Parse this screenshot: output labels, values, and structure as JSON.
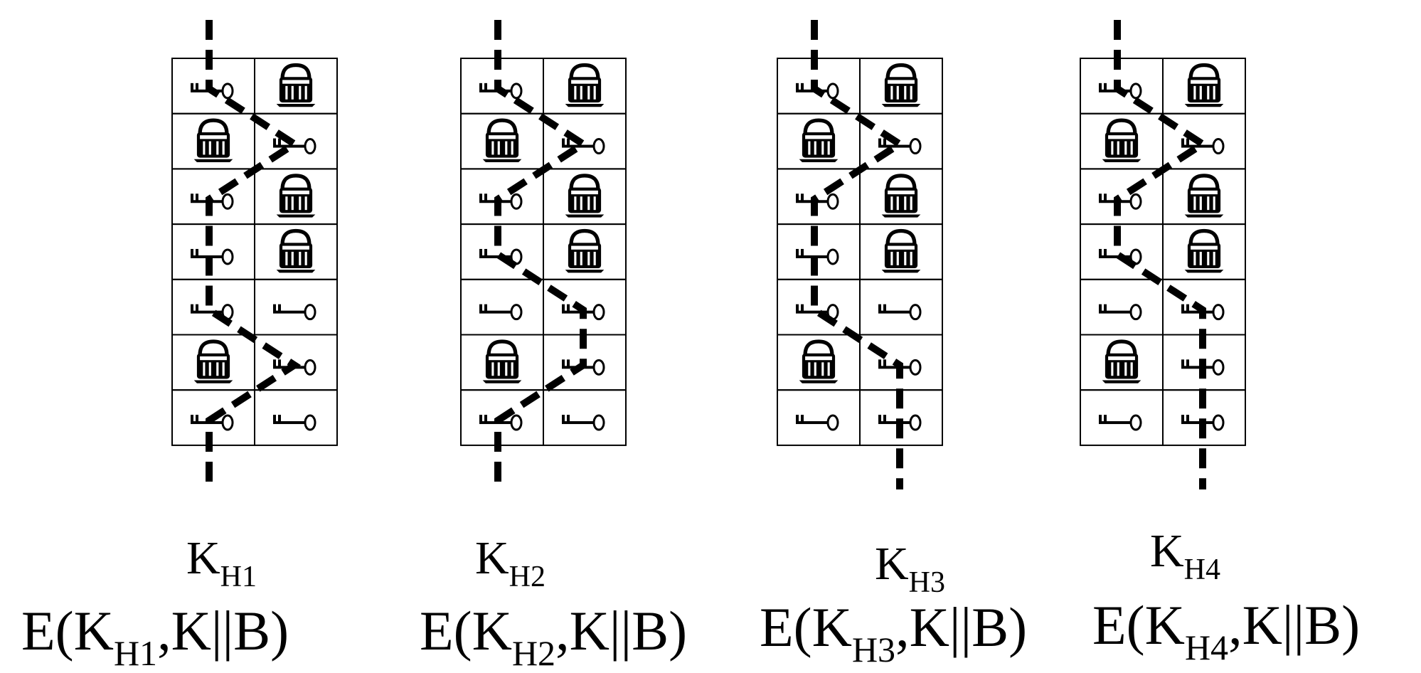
{
  "icons": {
    "key": "key-icon",
    "lock": "padlock-icon"
  },
  "columns": [
    {
      "id": "h1",
      "key_label": {
        "main": "K",
        "sub": "H1"
      },
      "encryption": {
        "prefix": "E(K",
        "sub": "H1",
        "suffix": ",K||B)"
      },
      "cells": [
        [
          "key",
          "lock"
        ],
        [
          "lock",
          "key"
        ],
        [
          "key",
          "lock"
        ],
        [
          "key",
          "lock"
        ],
        [
          "key",
          "key"
        ],
        [
          "lock",
          "key"
        ],
        [
          "key",
          "key"
        ]
      ],
      "path": [
        0,
        1,
        0,
        0,
        0,
        1,
        0
      ]
    },
    {
      "id": "h2",
      "key_label": {
        "main": "K",
        "sub": "H2"
      },
      "encryption": {
        "prefix": "E(K",
        "sub": "H2",
        "suffix": ",K||B)"
      },
      "cells": [
        [
          "key",
          "lock"
        ],
        [
          "lock",
          "key"
        ],
        [
          "key",
          "lock"
        ],
        [
          "key",
          "lock"
        ],
        [
          "key",
          "key"
        ],
        [
          "lock",
          "key"
        ],
        [
          "key",
          "key"
        ]
      ],
      "path": [
        0,
        1,
        0,
        0,
        1,
        1,
        0
      ]
    },
    {
      "id": "h3",
      "key_label": {
        "main": "K",
        "sub": "H3"
      },
      "encryption": {
        "prefix": "E(K",
        "sub": "H3",
        "suffix": ",K||B)"
      },
      "cells": [
        [
          "key",
          "lock"
        ],
        [
          "lock",
          "key"
        ],
        [
          "key",
          "lock"
        ],
        [
          "key",
          "lock"
        ],
        [
          "key",
          "key"
        ],
        [
          "lock",
          "key"
        ],
        [
          "key",
          "key"
        ]
      ],
      "path": [
        0,
        1,
        0,
        0,
        0,
        1,
        1
      ]
    },
    {
      "id": "h4",
      "key_label": {
        "main": "K",
        "sub": "H4"
      },
      "encryption": {
        "prefix": "E(K",
        "sub": "H4",
        "suffix": ",K||B)"
      },
      "cells": [
        [
          "key",
          "lock"
        ],
        [
          "lock",
          "key"
        ],
        [
          "key",
          "lock"
        ],
        [
          "key",
          "lock"
        ],
        [
          "key",
          "key"
        ],
        [
          "lock",
          "key"
        ],
        [
          "key",
          "key"
        ]
      ],
      "path": [
        0,
        1,
        0,
        0,
        1,
        1,
        1
      ]
    }
  ]
}
